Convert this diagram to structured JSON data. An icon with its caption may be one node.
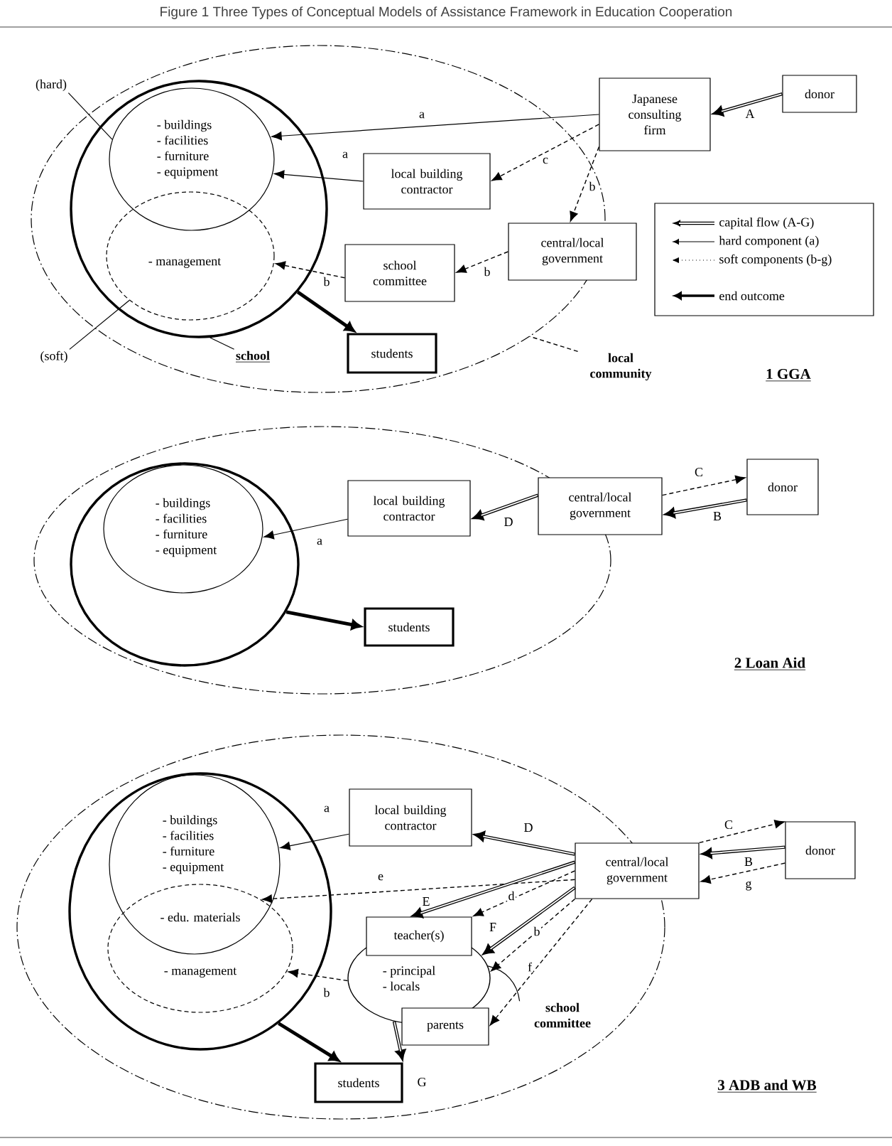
{
  "diagram": {
    "title": "Figure 1  Three Types of Conceptual Models of Assistance Framework in Education Cooperation",
    "nodes": [
      {
        "text": [],
        "shape": "ellipse"
      },
      {
        "text": [],
        "shape": "circle",
        "in": 0
      },
      {
        "text": [
          "- buildings",
          "- facilities",
          "- furniture",
          "- equipment"
        ],
        "in": 1
      },
      {
        "text": [
          "- management"
        ],
        "in": 1
      },
      {
        "text": [
          "students"
        ],
        "in": 0
      },
      {
        "text": [
          "local building contractor"
        ],
        "in": 0
      },
      {
        "text": [
          "school committee"
        ],
        "in": 0
      },
      {
        "text": [
          "Japanese consulting firm"
        ]
      },
      {
        "text": [
          "donor"
        ]
      },
      {
        "text": [
          "central/local government"
        ]
      },
      {
        "text": [
          "(hard)"
        ]
      },
      {
        "text": [
          "(soft)"
        ]
      },
      {
        "text": [
          "school"
        ],
        "in": 0
      },
      {
        "text": [
          "local community"
        ]
      },
      {
        "text": [],
        "shape": "ellipse"
      },
      {
        "text": [],
        "shape": "circle",
        "in": 14
      },
      {
        "text": [
          "- buildings",
          "- facilities",
          "- furniture",
          "- equipment"
        ],
        "in": 15
      },
      {
        "text": [
          "students"
        ],
        "in": 14
      },
      {
        "text": [
          "local building contractor"
        ],
        "in": 14
      },
      {
        "text": [
          "central/local government"
        ]
      },
      {
        "text": [
          "donor"
        ]
      },
      {
        "text": [],
        "shape": "ellipse"
      },
      {
        "text": [],
        "shape": "circle",
        "in": 21
      },
      {
        "text": [
          "- buildings",
          "- facilities",
          "- furniture",
          "- equipment"
        ],
        "in": 22
      },
      {
        "text": [
          "- edu. materials",
          "- management"
        ],
        "in": 22
      },
      {
        "text": [
          "local building contractor"
        ],
        "in": 21
      },
      {
        "text": [
          "central/local government"
        ]
      },
      {
        "text": [
          "donor"
        ]
      },
      {
        "text": [
          "- principal",
          "- locals"
        ],
        "in": 21
      },
      {
        "text": [
          "teacher(s)"
        ],
        "in": 21
      },
      {
        "text": [
          "parents"
        ],
        "in": 21
      },
      {
        "text": [
          "students"
        ],
        "in": 21
      },
      {
        "text": [
          "school committee"
        ],
        "in": 21
      }
    ],
    "edges": [
      {
        "from": 8,
        "to": 7,
        "arrow": "to",
        "label": "A",
        "style": "thick"
      },
      {
        "from": 7,
        "to": 2,
        "arrow": "to",
        "label": "a"
      },
      {
        "from": 7,
        "to": 5,
        "arrow": "to",
        "label": "c",
        "style": "dashed"
      },
      {
        "from": 7,
        "to": 9,
        "arrow": "to",
        "label": "b",
        "style": "dashed"
      },
      {
        "from": 5,
        "to": 2,
        "arrow": "to",
        "label": "a"
      },
      {
        "from": 9,
        "to": 6,
        "arrow": "to",
        "label": "b",
        "style": "dashed"
      },
      {
        "from": 6,
        "to": 3,
        "arrow": "to",
        "label": "b",
        "style": "dashed"
      },
      {
        "from": 1,
        "to": 4,
        "arrow": "to",
        "style": "thick"
      },
      {
        "from": 10,
        "to": 2,
        "arrow": "none"
      },
      {
        "from": 11,
        "to": 3,
        "arrow": "none"
      },
      {
        "from": 12,
        "to": 1,
        "arrow": "none"
      },
      {
        "from": 13,
        "to": 0,
        "arrow": "none",
        "style": "dashed"
      },
      {
        "from": 19,
        "to": 20,
        "arrow": "to",
        "label": "C",
        "style": "dashed"
      },
      {
        "from": 20,
        "to": 19,
        "arrow": "to",
        "label": "B",
        "style": "thick"
      },
      {
        "from": 19,
        "to": 18,
        "arrow": "to",
        "label": "D",
        "style": "thick"
      },
      {
        "from": 18,
        "to": 16,
        "arrow": "to",
        "label": "a"
      },
      {
        "from": 15,
        "to": 17,
        "arrow": "to",
        "style": "thick"
      },
      {
        "from": 26,
        "to": 27,
        "arrow": "to",
        "label": "C",
        "style": "dashed"
      },
      {
        "from": 27,
        "to": 26,
        "arrow": "to",
        "label": "B",
        "style": "thick"
      },
      {
        "from": 27,
        "to": 26,
        "arrow": "to",
        "label": "g",
        "style": "dashed"
      },
      {
        "from": 26,
        "to": 25,
        "arrow": "to",
        "label": "D",
        "style": "thick"
      },
      {
        "from": 25,
        "to": 23,
        "arrow": "to",
        "label": "a"
      },
      {
        "from": 26,
        "to": 24,
        "arrow": "to",
        "label": "e",
        "style": "dashed"
      },
      {
        "from": 26,
        "to": 29,
        "arrow": "to",
        "label": "E",
        "style": "thick"
      },
      {
        "from": 26,
        "to": 29,
        "arrow": "to",
        "label": "d",
        "style": "dashed"
      },
      {
        "from": 26,
        "to": 28,
        "arrow": "to",
        "label": "F",
        "style": "thick"
      },
      {
        "from": 26,
        "to": 28,
        "arrow": "to",
        "label": "b",
        "style": "dashed"
      },
      {
        "from": 26,
        "to": 30,
        "arrow": "to",
        "label": "f",
        "style": "dashed"
      },
      {
        "from": 28,
        "to": 24,
        "arrow": "to",
        "label": "b",
        "style": "dashed"
      },
      {
        "from": 22,
        "to": 31,
        "arrow": "to",
        "style": "thick"
      },
      {
        "from": 28,
        "to": 31,
        "arrow": "to",
        "label": "G",
        "style": "thick"
      },
      {
        "from": 32,
        "to": 28,
        "arrow": "none"
      }
    ],
    "labels": [
      "1 GGA",
      "2 Loan Aid",
      "3 ADB and WB"
    ],
    "legend": [
      {
        "text": "capital flow (A-G)"
      },
      {
        "text": "hard component (a)"
      },
      {
        "text": "soft components (b-g)"
      },
      {
        "text": "end outcome"
      }
    ]
  }
}
